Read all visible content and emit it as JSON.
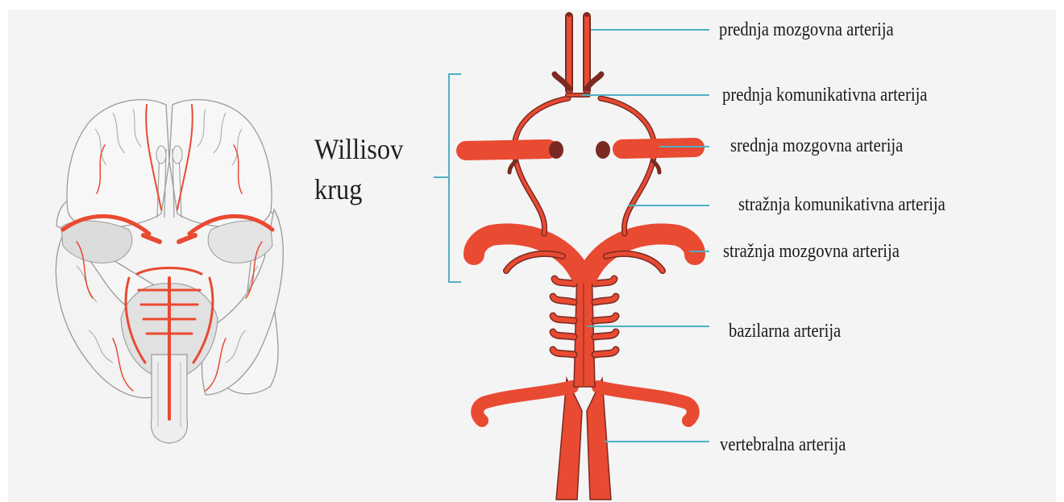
{
  "diagram": {
    "group_label": [
      "Willisov",
      "krug"
    ],
    "labels": {
      "anterior_cerebral": "prednja mozgovna arterija",
      "anterior_communicating": "prednja komunikativna arterija",
      "middle_cerebral": "srednja mozgovna arterija",
      "posterior_communicating": "stražnja komunikativna arterija",
      "posterior_cerebral": "stražnja mozgovna arterija",
      "basilar": "bazilarna arterija",
      "vertebral": "vertebralna arterija"
    },
    "colors": {
      "artery": "#e94a32",
      "artery_outline": "#7a2a22",
      "leader": "#4fb0c6",
      "background": "#f4f4f4",
      "brain_outline": "#9a9a9a",
      "brain_shade": "#d9d9d9"
    }
  }
}
